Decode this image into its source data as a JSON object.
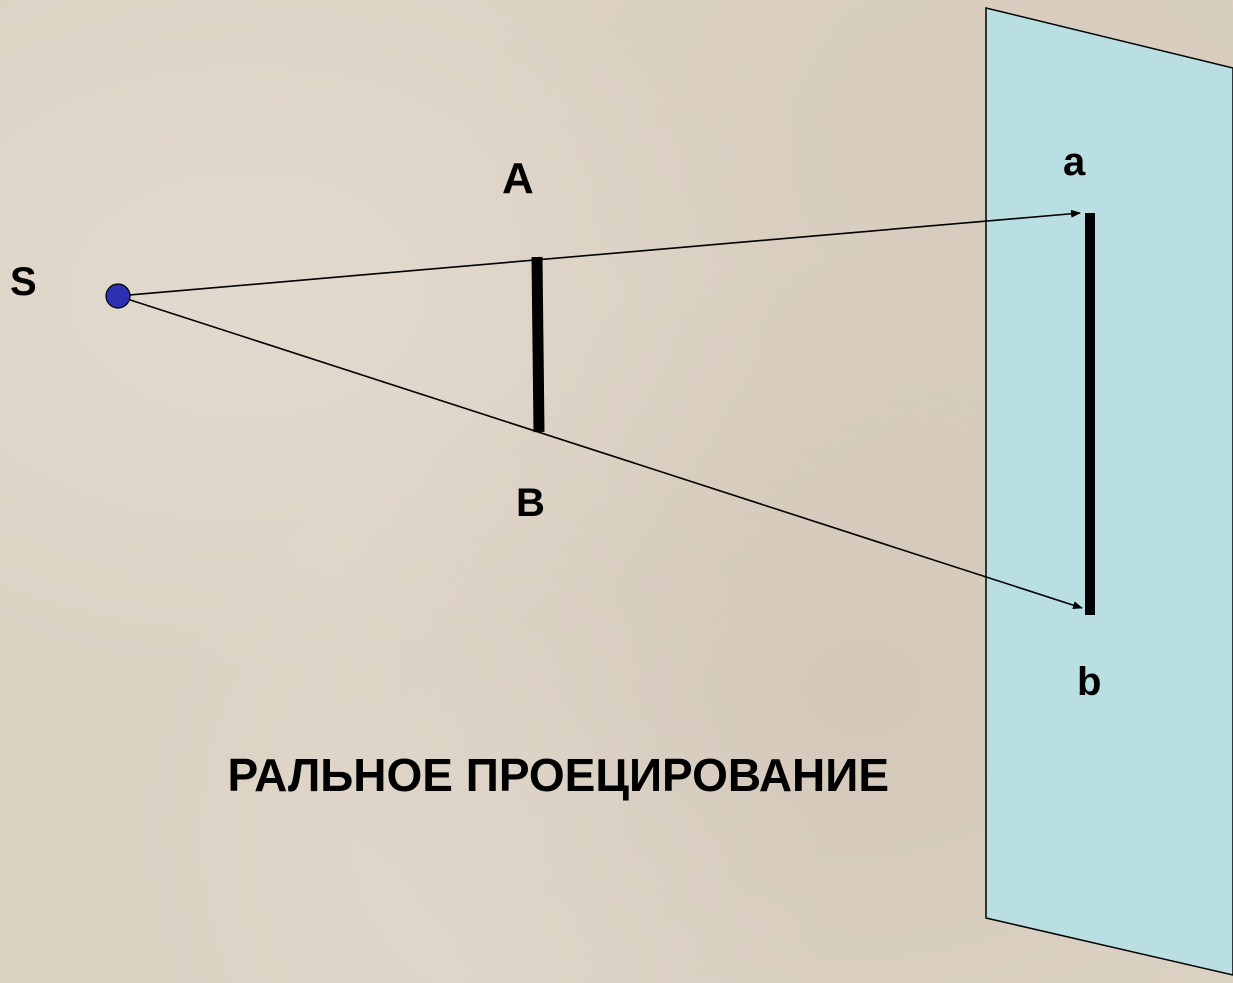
{
  "labels": {
    "source": "S",
    "point_A": "A",
    "point_B": "B",
    "proj_a": "a",
    "proj_b": "b"
  },
  "title": "РАЛЬНОЕ ПРОЕЦИРОВАНИЕ",
  "colors": {
    "background": "#dcd2c4",
    "projection_plane": "#badfe3",
    "source_point": "#2b2fb0",
    "lines": "#000000"
  }
}
